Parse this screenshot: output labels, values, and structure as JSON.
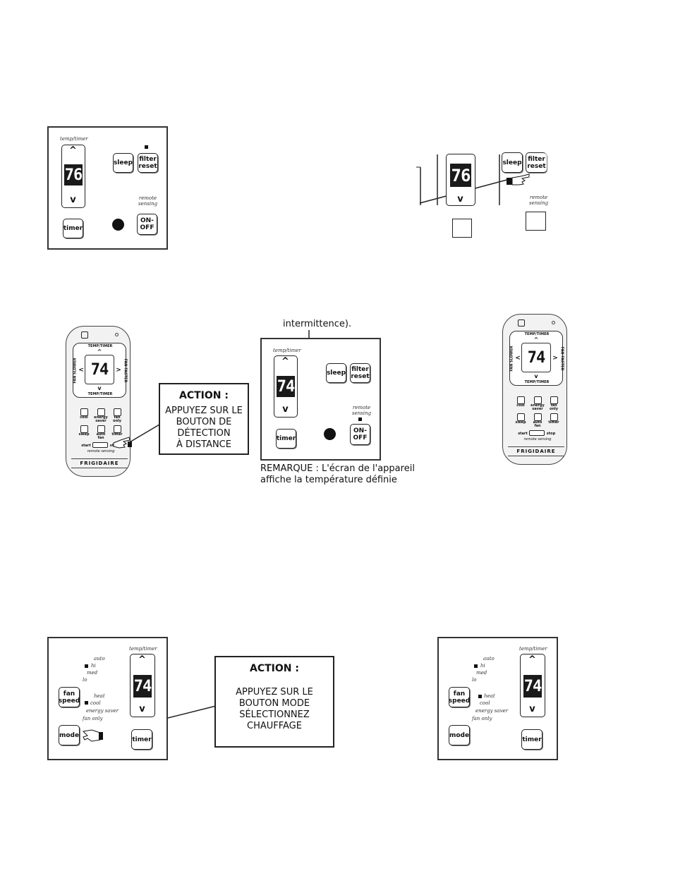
{
  "panel1": {
    "temp_timer_label": "temp/timer",
    "display_value": "76",
    "up_chevron": "^",
    "down_chevron": "v",
    "sleep_label": "sleep",
    "filter_reset_label": "filter\nreset",
    "remote_sensing_label": "remote\nsensing",
    "timer_label": "timer",
    "on_off_label": "ON-\nOFF"
  },
  "panel2": {
    "display_value": "76",
    "down_chevron": "v",
    "sleep_label": "sleep",
    "filter_reset_label": "filter\nreset",
    "remote_sensing_label": "remote\nsensing"
  },
  "remote1": {
    "temp_timer_top": "TEMP/TIMER",
    "temp_timer_bottom": "TEMP/TIMER",
    "fan_slower": "FAN SLOWER",
    "fan_faster": "FAN FASTER",
    "display_value": "74",
    "buttons_row1": [
      "cool",
      "energy\nsaver",
      "fan\nonly"
    ],
    "buttons_row2": [
      "sleep",
      "auto\nfan",
      "timer"
    ],
    "start_label": "start",
    "stop_label": "stop",
    "remote_sensing_label": "remote sensing",
    "brand": "FRIGIDAIRE"
  },
  "action1": {
    "title": "ACTION :",
    "body": "APPUYEZ SUR LE\nBOUTON DE\nDÉTECTION\nÀ DISTANCE"
  },
  "panel3": {
    "caption_top": "intermittence).",
    "temp_timer_label": "temp/timer",
    "display_value": "74",
    "sleep_label": "sleep",
    "filter_reset_label": "filter\nreset",
    "remote_sensing_label": "remote\nsensing",
    "timer_label": "timer",
    "on_off_label": "ON-\nOFF",
    "note_line1": "REMARQUE : L'écran de l'appareil",
    "note_line2": "affiche la température définie"
  },
  "remote2": {
    "temp_timer_top": "TEMP/TIMER",
    "temp_timer_bottom": "TEMP/TIMER",
    "fan_slower": "FAN SLOWER",
    "fan_faster": "FAN FASTER",
    "display_value": "74",
    "buttons_row1": [
      "cool",
      "energy\nsaver",
      "fan\nonly"
    ],
    "buttons_row2": [
      "sleep",
      "auto\nfan",
      "timer"
    ],
    "start_label": "start",
    "stop_label": "stop",
    "remote_sensing_label": "remote sensing",
    "brand": "FRIGIDAIRE"
  },
  "panel4": {
    "fan_modes": [
      "auto",
      "hi",
      "med",
      "lo"
    ],
    "op_modes": [
      "heat",
      "cool",
      "energy saver",
      "fan only"
    ],
    "fan_speed_label": "fan\nspeed",
    "mode_label": "mode",
    "temp_timer_label": "temp/timer",
    "display_value": "74",
    "timer_label": "timer"
  },
  "action2": {
    "title": "ACTION :",
    "body": "APPUYEZ SUR LE\nBOUTON MODE\nSÉLECTIONNEZ\nCHAUFFAGE"
  },
  "panel5": {
    "fan_modes": [
      "auto",
      "hi",
      "med",
      "lo"
    ],
    "op_modes": [
      "heat",
      "cool",
      "energy saver",
      "fan only"
    ],
    "fan_speed_label": "fan\nspeed",
    "mode_label": "mode",
    "temp_timer_label": "temp/timer",
    "display_value": "74",
    "timer_label": "timer"
  }
}
